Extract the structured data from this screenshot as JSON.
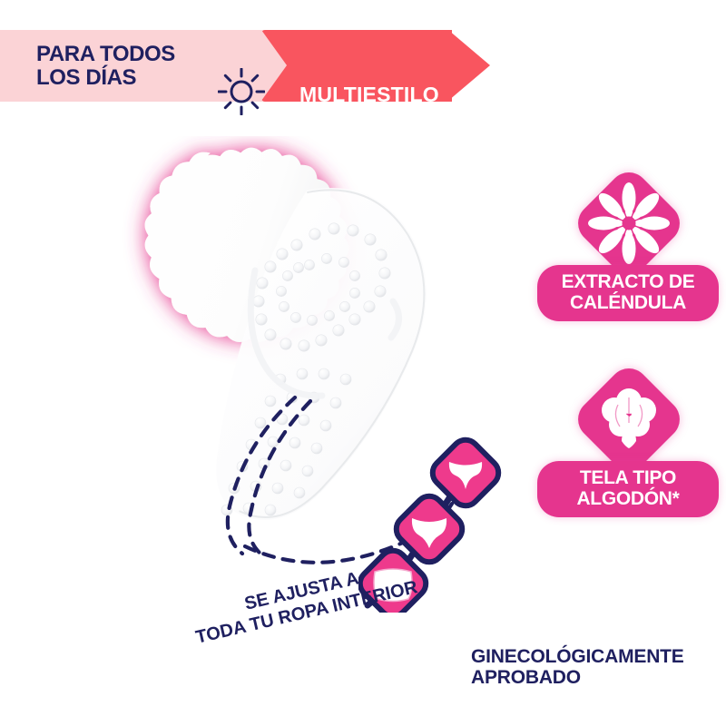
{
  "banner": {
    "left_label": "PARA TODOS\nLOS DÍAS",
    "right_label": "MULTIESTILO",
    "sun_icon": "sun-icon",
    "left_bg": "#FBD3D6",
    "right_bg": "#F9555F",
    "text_navy": "#1F2060",
    "text_white": "#FFFFFF"
  },
  "product": {
    "name": "sanitary-pad-illustration",
    "glow_color": "#E5358E",
    "body_color": "#FFFFFF",
    "dashed_line_color": "#1F2060",
    "emboss_pattern": "heart-dot-pattern"
  },
  "underwear_chain": {
    "connector_color": "#1F2060",
    "badge_fill": "#EE3A8C",
    "badge_outline": "#1F2060",
    "items": [
      {
        "icon": "thong-underwear-icon"
      },
      {
        "icon": "bikini-underwear-icon"
      },
      {
        "icon": "brief-underwear-icon"
      }
    ]
  },
  "fit_caption": "SE AJUSTA A\nTODA TU ROPA INTERIOR",
  "approval_text": "GINECOLÓGICAMENTE\nAPROBADO",
  "badges": [
    {
      "id": "calendula",
      "icon": "calendula-flower-icon",
      "label": "EXTRACTO DE\nCALÉNDULA",
      "color": "#E5358E"
    },
    {
      "id": "cotton",
      "icon": "cotton-boll-icon",
      "label": "TELA TIPO\nALGODÓN*",
      "color": "#E5358E"
    }
  ]
}
